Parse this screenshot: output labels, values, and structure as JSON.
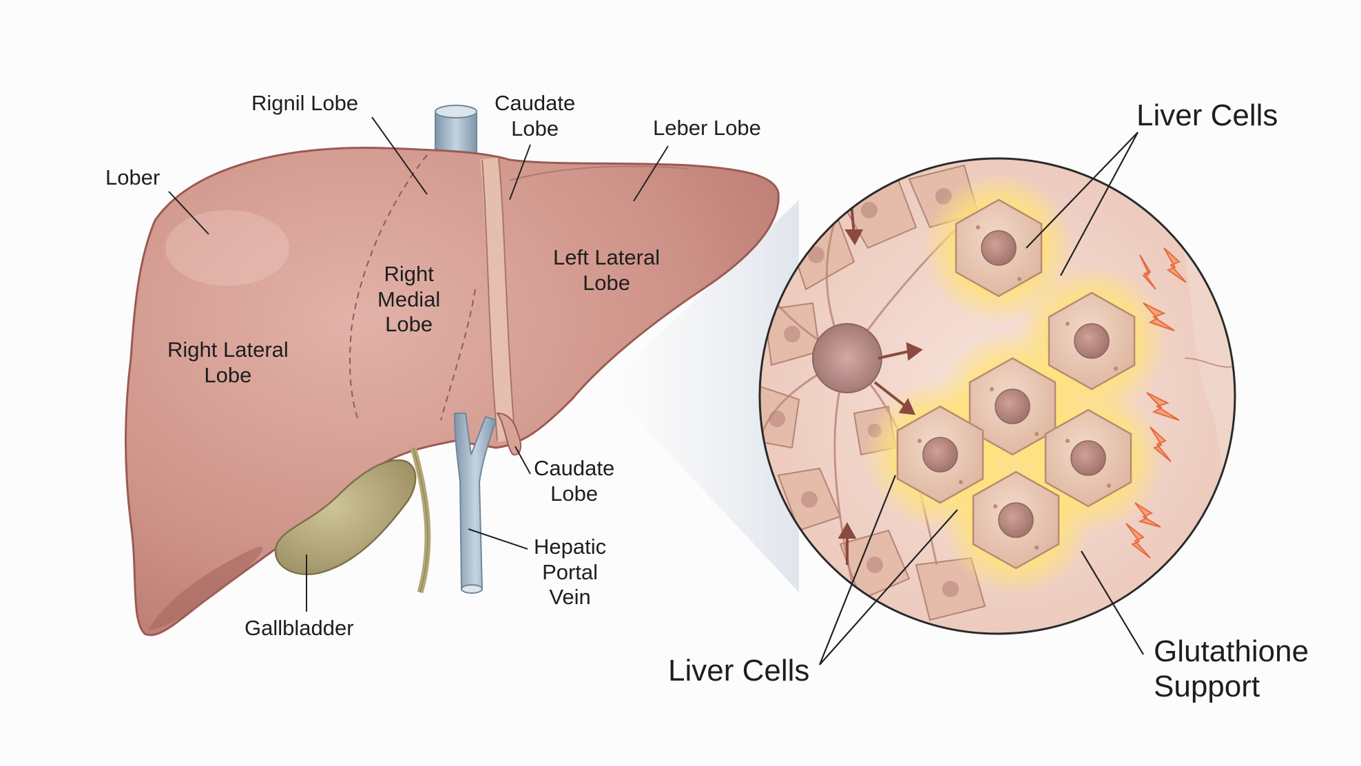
{
  "colors": {
    "background": "#fdfcfc",
    "liver": "#cf9489",
    "liver_outline": "#9a5a54",
    "gallbladder": "#b7ab7e",
    "vessel": "#9fb4c6",
    "cell": "#e8c7b2",
    "glow": "#ffe27a",
    "text": "#1e1e1e"
  },
  "liver_labels": {
    "rignil_lobe": "Rignil Lobe",
    "caudate_lobe_top": "Caudate\nLobe",
    "leber_lobe": "Leber Lobe",
    "lober": "Lober",
    "right_medial_lobe": "Right\nMedial\nLobe",
    "left_lateral_lobe": "Left Lateral\nLobe",
    "right_lateral_lobe": "Right Lateral\nLobe",
    "caudate_lobe_bottom": "Caudate\nLobe",
    "hepatic_portal_vein": "Hepatic\nPortal\nVein",
    "gallbladder": "Gallbladder"
  },
  "cell_labels": {
    "liver_cells_top": "Liver Cells",
    "liver_cells_bottom": "Liver Cells",
    "glutathione_support": "Glutathione\nSupport"
  }
}
